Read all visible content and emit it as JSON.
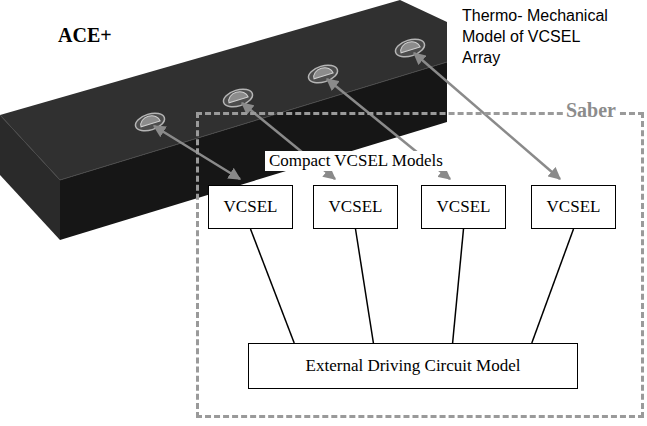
{
  "diagram": {
    "nodes": [
      {
        "text": [
          "Saber",
          "Compact VCSEL Models"
        ]
      },
      {
        "text": [
          "VCSEL"
        ],
        "in": 0
      },
      {
        "text": [
          "VCSEL"
        ],
        "in": 0
      },
      {
        "text": [
          "VCSEL"
        ],
        "in": 0
      },
      {
        "text": [
          "VCSEL"
        ],
        "in": 0
      },
      {
        "text": [
          "External Driving Circuit Model"
        ],
        "in": 0
      }
    ],
    "edges": [
      {
        "from": 1,
        "to": 5,
        "arrow": "none"
      },
      {
        "from": 2,
        "to": 5,
        "arrow": "none"
      },
      {
        "from": 3,
        "to": 5,
        "arrow": "none"
      },
      {
        "from": 4,
        "to": 5,
        "arrow": "none"
      }
    ],
    "labels": [
      "ACE+",
      "Thermo- Mechanical Model of VCSEL Array"
    ]
  }
}
